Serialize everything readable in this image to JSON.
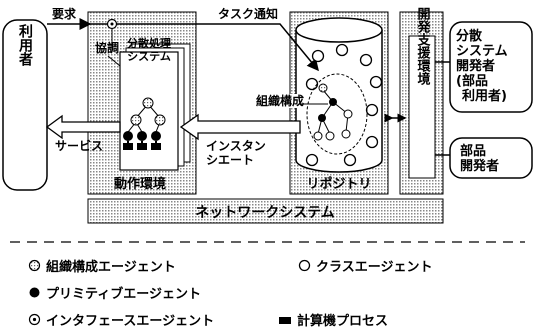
{
  "labels": {
    "user": "利用者",
    "request": "要求",
    "task_notice": "タスク通知",
    "cooperation": "協調",
    "dist_proc_line1": "分散処理",
    "dist_proc_line2": "システム",
    "org_config": "組織構成",
    "service": "サービス",
    "instantiate_line1": "インスタン",
    "instantiate_line2": "シエート",
    "runtime_env": "動作環境",
    "repository": "リポジトリ",
    "dev_support": "開発支援環境",
    "dist_dev_line1": "分散",
    "dist_dev_line2": "システム",
    "dist_dev_line3": "開発者",
    "dist_dev_line4": "(部品",
    "dist_dev_line5": "利用者)",
    "parts_dev_line1": "部品",
    "parts_dev_line2": "開発者",
    "network": "ネットワークシステム"
  },
  "legend": [
    {
      "icon": "org-agent-icon",
      "text": "組織構成エージェント"
    },
    {
      "icon": "class-agent-icon",
      "text": "クラスエージェント"
    },
    {
      "icon": "primitive-agent-icon",
      "text": "プリミティブエージェント"
    },
    {
      "icon": "interface-agent-icon",
      "text": "インタフェースエージェント"
    },
    {
      "icon": "computer-process-icon",
      "text": "計算機プロセス"
    }
  ],
  "colors": {
    "ink": "#000000",
    "shade": "#d4d4d4"
  }
}
